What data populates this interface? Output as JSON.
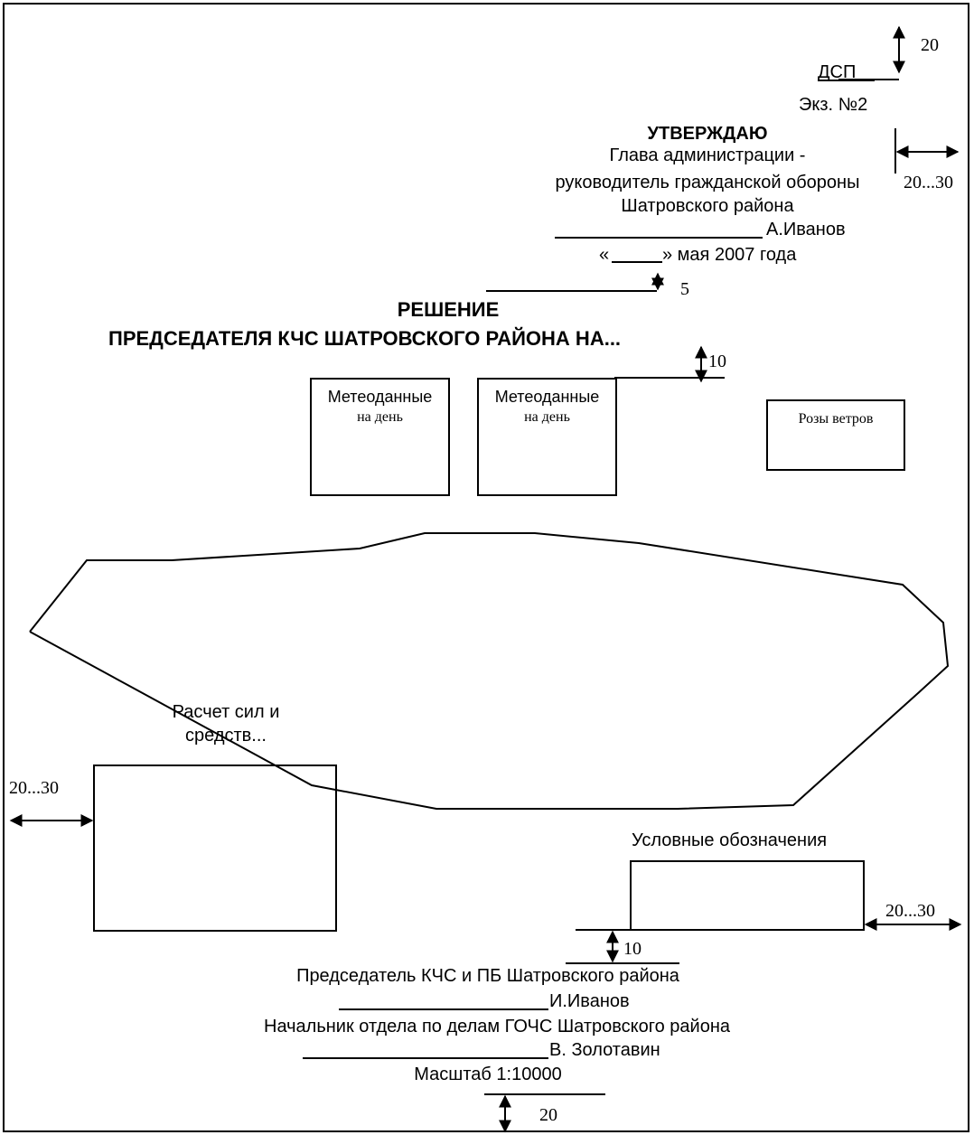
{
  "header": {
    "dsp": "ДСП",
    "copy_no": "Экз. №2"
  },
  "approval": {
    "title": "УТВЕРЖДАЮ",
    "line1": "Глава администрации -",
    "line2": "руководитель гражданской обороны",
    "line3": "Шатровского района",
    "signer": "А.Иванов",
    "date_left": "«",
    "date_right": "» мая 2007 года"
  },
  "decision": {
    "title": "РЕШЕНИЕ",
    "subtitle": "ПРЕДСЕДАТЕЛЯ КЧС ШАТРОВСКОГО РАЙОНА НА..."
  },
  "boxes": {
    "meteo1_line1": "Метеоданные",
    "meteo1_line2": "на день",
    "meteo2_line1": "Метеоданные",
    "meteo2_line2": "на  день",
    "wind_rose": "Розы ветров",
    "forces_line1": "Расчет сил и",
    "forces_line2": "средств...",
    "legend": "Условные обозначения"
  },
  "dimensions": {
    "top": "20",
    "right_top": "20...30",
    "after_date": "5",
    "after_title": "10",
    "left": "20...30",
    "right_bottom": "20...30",
    "below_legend": "10",
    "bottom": "20"
  },
  "footer": {
    "chair": "Председатель КЧС и ПБ Шатровского района",
    "chair_signer": "И.Иванов",
    "head": "Начальник отдела по делам ГОЧС Шатровского района",
    "head_signer": "В. Золотавин",
    "scale": "Масштаб 1:10000"
  }
}
